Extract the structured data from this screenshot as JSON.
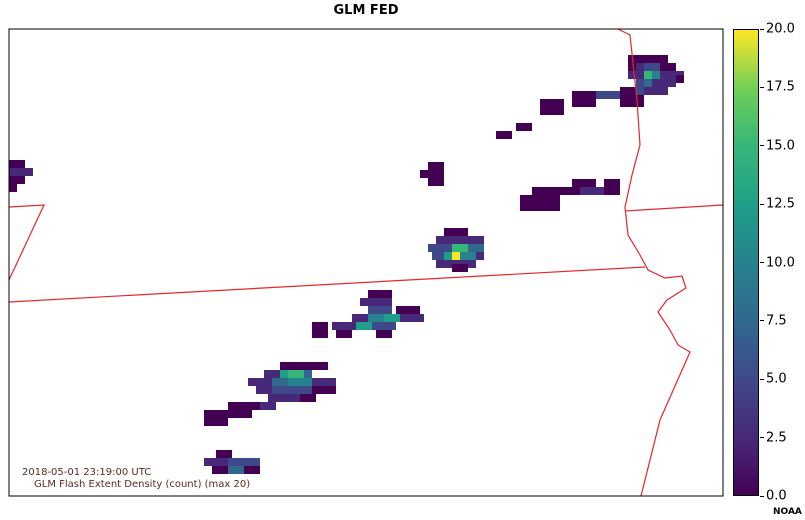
{
  "title": "GLM FED",
  "timestamp": "2018-05-01 23:19:00 UTC",
  "product": "GLM Flash Extent Density (count) (max  20)",
  "credit": "NOAA",
  "colorbar": {
    "min": 0,
    "max": 20,
    "ticks": [
      "0.0",
      "2.5",
      "5.0",
      "7.5",
      "10.0",
      "12.5",
      "15.0",
      "17.5",
      "20.0"
    ],
    "colormap": [
      "#440154",
      "#482878",
      "#3e4989",
      "#31688e",
      "#26828e",
      "#1f9e89",
      "#35b779",
      "#6ece58",
      "#fde725"
    ]
  },
  "colors": {
    "border_lines": "#e8262b",
    "frame": "#000000",
    "background": "#ffffff"
  }
}
